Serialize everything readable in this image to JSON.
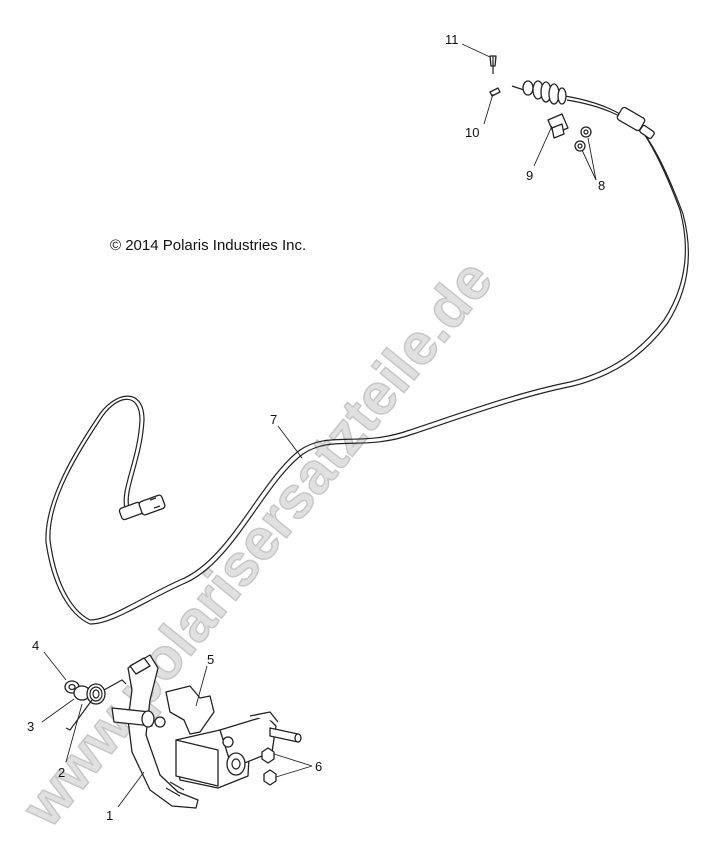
{
  "copyright": "© 2014 Polaris Industries Inc.",
  "watermark": "www.polarisersatzteile.de",
  "callouts": [
    {
      "id": "1",
      "label": "1"
    },
    {
      "id": "2",
      "label": "2"
    },
    {
      "id": "3",
      "label": "3"
    },
    {
      "id": "4",
      "label": "4"
    },
    {
      "id": "5",
      "label": "5"
    },
    {
      "id": "6",
      "label": "6"
    },
    {
      "id": "7",
      "label": "7"
    },
    {
      "id": "8",
      "label": "8"
    },
    {
      "id": "9",
      "label": "9"
    },
    {
      "id": "10",
      "label": "10"
    },
    {
      "id": "11",
      "label": "11"
    }
  ]
}
